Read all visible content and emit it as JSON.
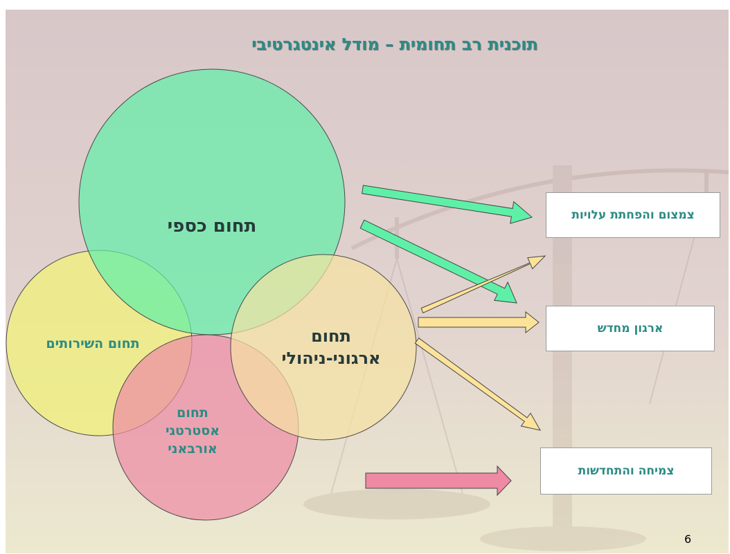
{
  "title": "תוכנית רב תחומית – מודל אינטגרטיבי",
  "circles": [
    {
      "label": "תחום כספי",
      "color": "#5ff0a8"
    },
    {
      "label": "תחום השירותים",
      "color": "#f0f07a"
    },
    {
      "label": "תחום אסטרטגי אורבאני",
      "lines": [
        "תחום",
        "אסטרטגי",
        "אורבאני"
      ],
      "color": "#ee8aa4"
    },
    {
      "label": "תחום ארגוני-ניהולי",
      "lines": [
        "תחום",
        "ארגוני-ניהולי"
      ],
      "color": "#f6e3a3"
    }
  ],
  "boxes": [
    {
      "label": "צמצום והפחתת עלויות"
    },
    {
      "label": "ארגון מחדש"
    },
    {
      "label": "צמיחה והתחדשות"
    }
  ],
  "colors": {
    "accent_text": "#2b8b84",
    "green_arrow": "#5ff0a8",
    "yellow_arrow": "#fde39a",
    "pink_arrow": "#ee8aa4"
  },
  "page_number": "6"
}
